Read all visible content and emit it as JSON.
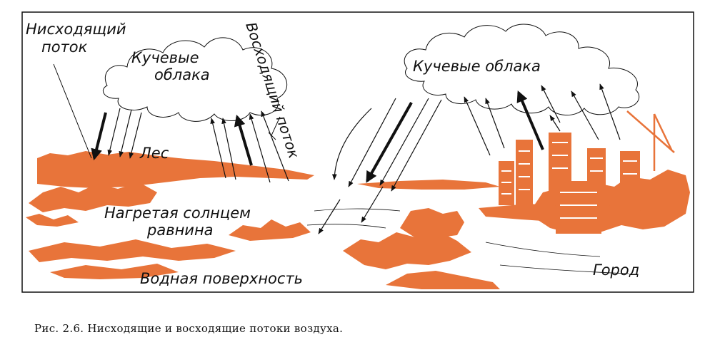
{
  "labels": {
    "descending_flow_line1": "Нисходящий",
    "descending_flow_line2": "поток",
    "cumulus_left_line1": "Кучевые",
    "cumulus_left_line2": "облака",
    "ascending_flow": "Восходящий поток",
    "cumulus_right": "Кучевые облака",
    "forest": "Лес",
    "heated_plain_line1": "Нагретая солнцем",
    "heated_plain_line2": "равнина",
    "water_surface": "Водная поверхность",
    "city": "Город"
  },
  "caption": "Рис. 2.6. Нисходящие и восходящие потоки воздуха.",
  "colors": {
    "terrain": "#E8743A",
    "ink": "#111111",
    "background": "#ffffff"
  }
}
